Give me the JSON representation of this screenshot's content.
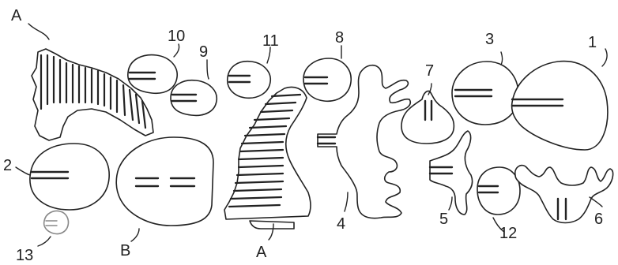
{
  "labels": {
    "p1": "1",
    "p2": "2",
    "p3": "3",
    "p4": "4",
    "p5": "5",
    "p6": "6",
    "p7": "7",
    "p8": "8",
    "p9": "9",
    "p10": "10",
    "p11": "11",
    "p12": "12",
    "p13": "13",
    "a_top": "A",
    "a_bottom": "A",
    "b": "B"
  }
}
